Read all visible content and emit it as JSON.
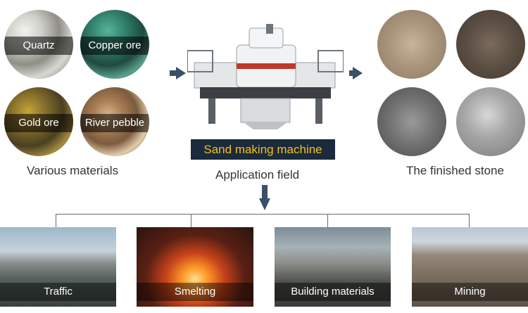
{
  "materials": {
    "quartz": "Quartz",
    "copper_ore": "Copper ore",
    "gold_ore": "Gold ore",
    "river_pebble": "River pebble",
    "caption": "Various materials"
  },
  "machine": {
    "name": "Sand making machine",
    "application_field": "Application field"
  },
  "finished": {
    "caption": "The finished stone"
  },
  "applications": {
    "traffic": "Traffic",
    "smelting": "Smelting",
    "building_materials": "Building materials",
    "mining": "Mining"
  },
  "colors": {
    "arrow": "#3a5068",
    "machine_label_bg": "#1b2a3c",
    "machine_label_text": "#f2c21a"
  }
}
